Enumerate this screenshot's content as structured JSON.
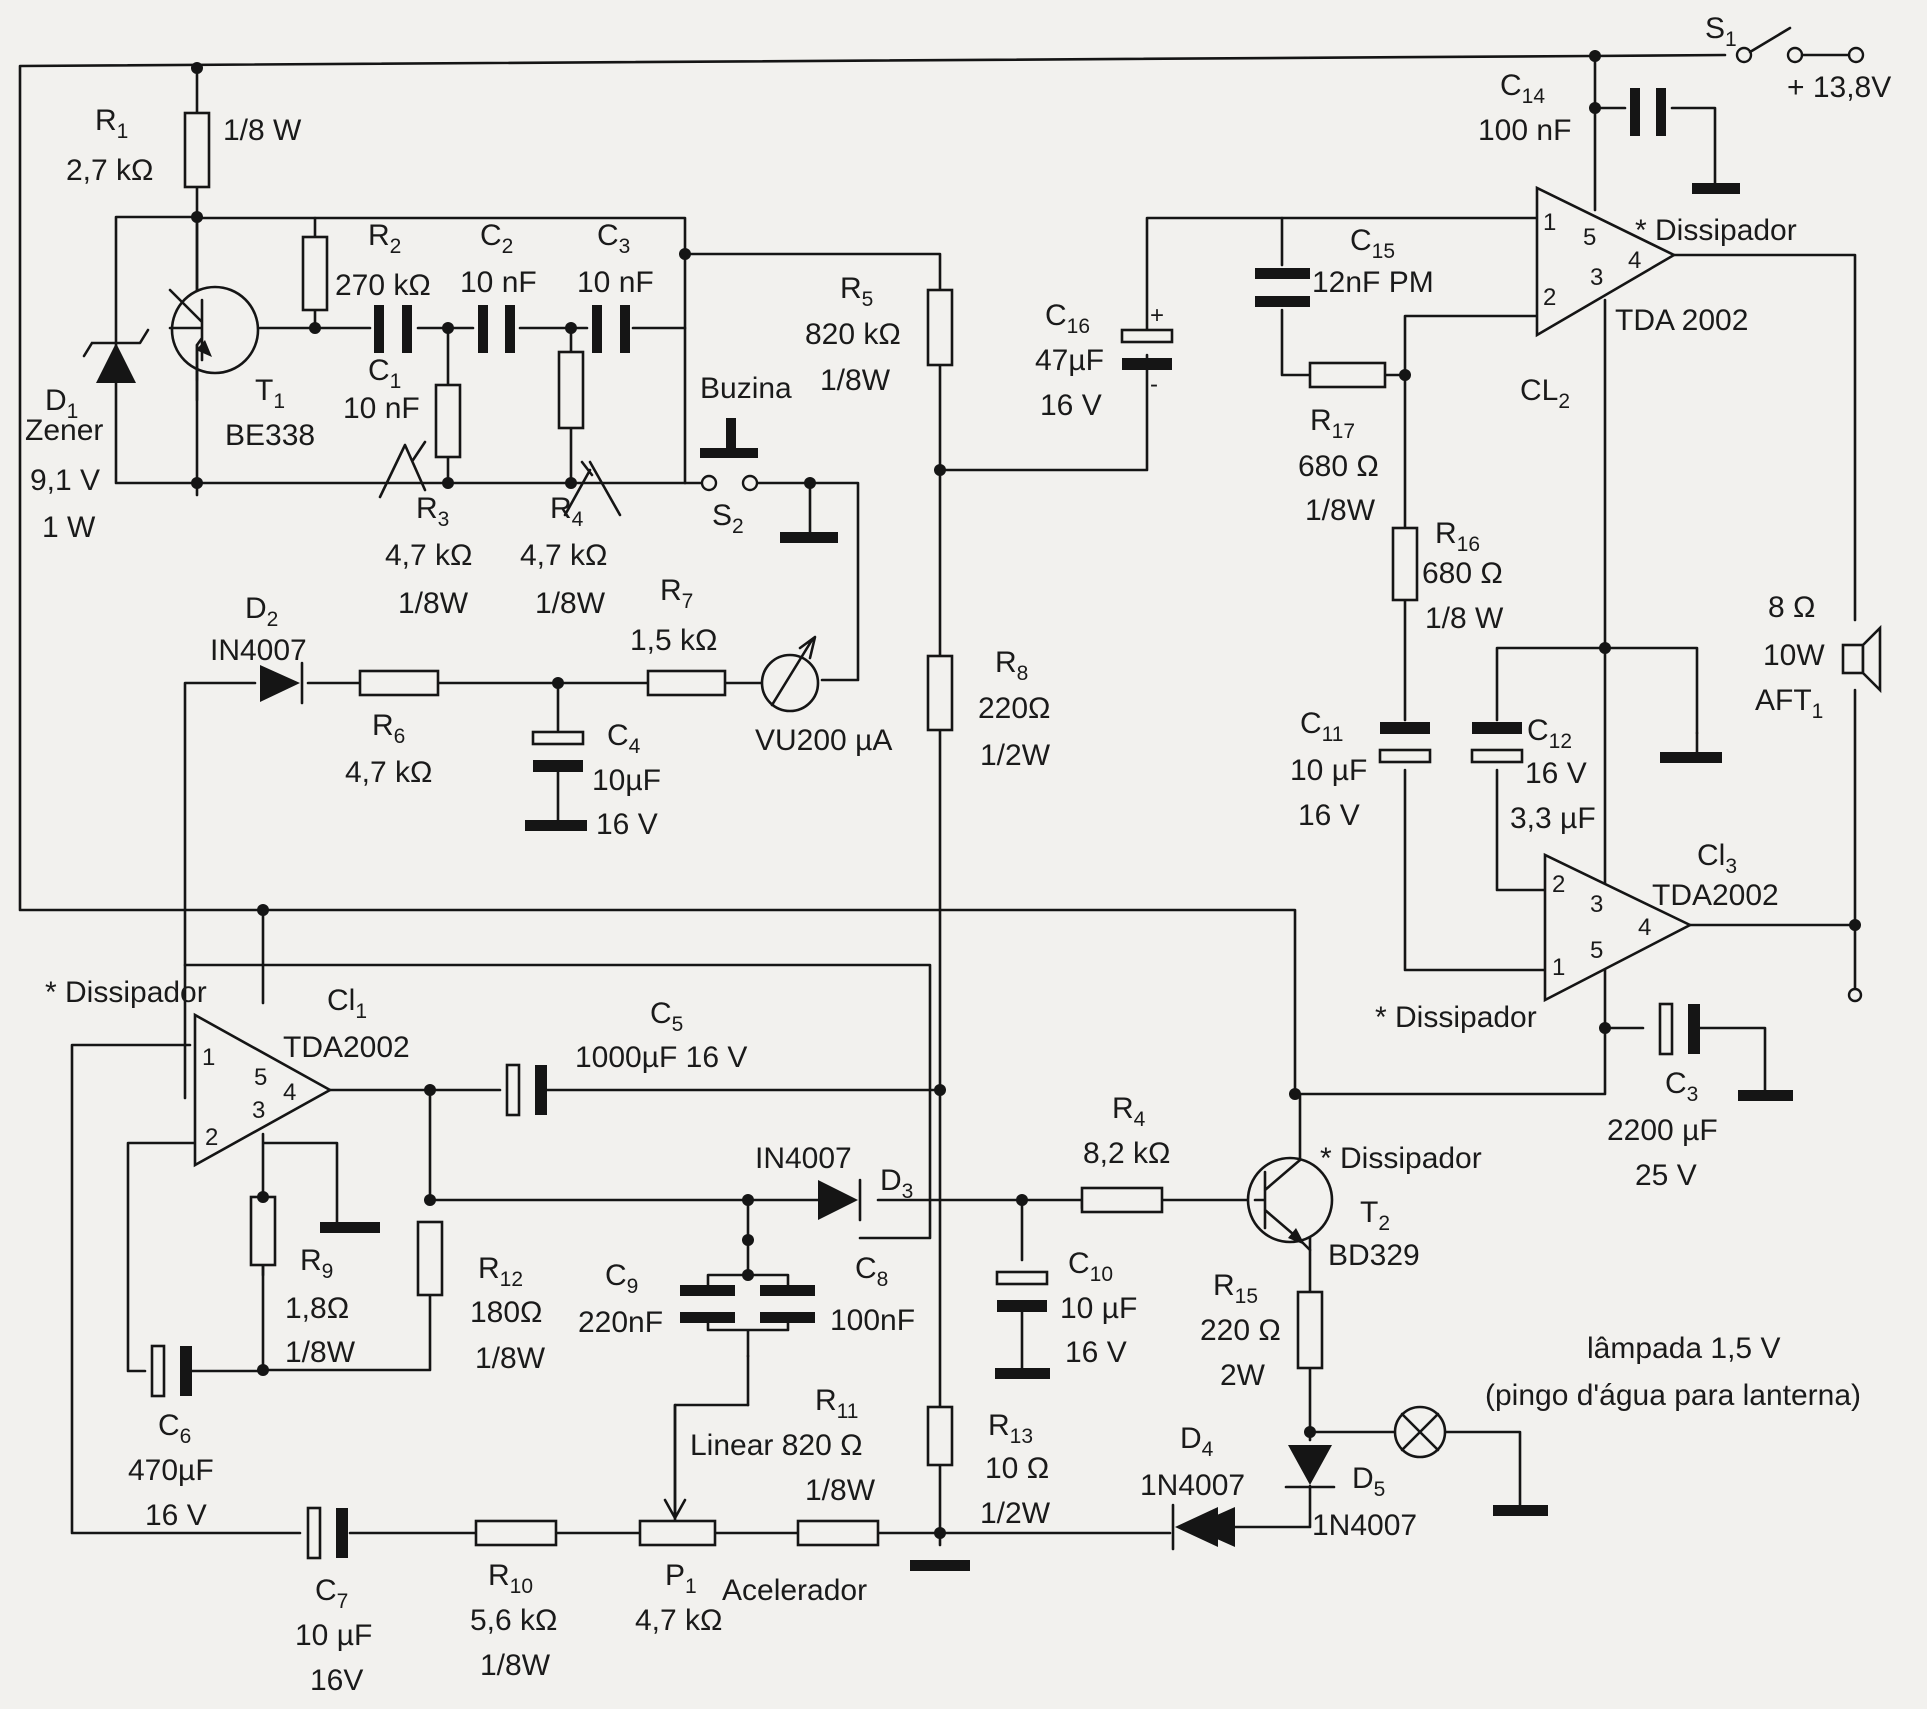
{
  "power": {
    "switch": "S",
    "switch_sub": "1",
    "supply": "+ 13,8V"
  },
  "c14": {
    "name": "C",
    "sub": "14",
    "value": "100 nF"
  },
  "r1": {
    "name": "R",
    "sub": "1",
    "value": "2,7 kΩ",
    "power": "1/8 W"
  },
  "d1": {
    "name": "D",
    "sub": "1",
    "type": "Zener",
    "voltage": "9,1 V",
    "power": "1 W"
  },
  "t1": {
    "name": "T",
    "sub": "1",
    "part": "BE338"
  },
  "r2": {
    "name": "R",
    "sub": "2",
    "value": "270 kΩ"
  },
  "c2": {
    "name": "C",
    "sub": "2",
    "value": "10 nF"
  },
  "c3a": {
    "name": "C",
    "sub": "3",
    "value": "10 nF"
  },
  "c1": {
    "name": "C",
    "sub": "1",
    "value": "10 nF"
  },
  "r3": {
    "name": "R",
    "sub": "3",
    "value": "4,7 kΩ",
    "power": "1/8W"
  },
  "r4a": {
    "name": "R",
    "sub": "4",
    "value": "4,7 kΩ",
    "power": "1/8W"
  },
  "horn": {
    "label": "Buzina",
    "switch": "S",
    "switch_sub": "2"
  },
  "r5": {
    "name": "R",
    "sub": "5",
    "value": "820 kΩ",
    "power": "1/8W"
  },
  "c16": {
    "name": "C",
    "sub": "16",
    "value": "47µF",
    "voltage": "16 V",
    "plus": "+",
    "minus": "-"
  },
  "c15": {
    "name": "C",
    "sub": "15",
    "value": "12nF PM"
  },
  "ci2": {
    "name": "CL",
    "sub": "2",
    "part": "TDA 2002",
    "heatsink": "* Dissipador",
    "pins": [
      "1",
      "2",
      "3",
      "4",
      "5"
    ]
  },
  "r17": {
    "name": "R",
    "sub": "17",
    "value": "680 Ω",
    "power": "1/8W"
  },
  "r16": {
    "name": "R",
    "sub": "16",
    "value": "680 Ω",
    "power": "1/8 W"
  },
  "speaker": {
    "impedance": "8 Ω",
    "power": "10W",
    "name": "AFT",
    "sub": "1"
  },
  "d2": {
    "name": "D",
    "sub": "2",
    "part": "IN4007"
  },
  "r6": {
    "name": "R",
    "sub": "6",
    "value": "4,7 kΩ"
  },
  "r7": {
    "name": "R",
    "sub": "7",
    "value": "1,5 kΩ"
  },
  "c4": {
    "name": "C",
    "sub": "4",
    "value": "10µF",
    "voltage": "16 V"
  },
  "vu": {
    "label": "VU200 µA"
  },
  "r8": {
    "name": "R",
    "sub": "8",
    "value": "220Ω",
    "power": "1/2W"
  },
  "c11": {
    "name": "C",
    "sub": "11",
    "value": "10 µF",
    "voltage": "16 V"
  },
  "c12": {
    "name": "C",
    "sub": "12",
    "voltage": "16 V",
    "value": "3,3 µF"
  },
  "ci3": {
    "name": "Cl",
    "sub": "3",
    "part": "TDA2002",
    "heatsink": "* Dissipador",
    "pins": [
      "1",
      "2",
      "3",
      "4",
      "5"
    ]
  },
  "ci1": {
    "name": "Cl",
    "sub": "1",
    "part": "TDA2002",
    "heatsink": "* Dissipador",
    "pins": [
      "1",
      "2",
      "3",
      "4",
      "5"
    ]
  },
  "c5": {
    "name": "C",
    "sub": "5",
    "value": "1000µF 16 V"
  },
  "c3b": {
    "name": "C",
    "sub": "3",
    "value": "2200 µF",
    "voltage": "25 V"
  },
  "d3": {
    "name": "D",
    "sub": "3",
    "part": "IN4007"
  },
  "r4b": {
    "name": "R",
    "sub": "4",
    "value": "8,2 kΩ"
  },
  "t2": {
    "name": "T",
    "sub": "2",
    "part": "BD329",
    "heatsink": "* Dissipador"
  },
  "r9": {
    "name": "R",
    "sub": "9",
    "value": "1,8Ω",
    "power": "1/8W"
  },
  "r12": {
    "name": "R",
    "sub": "12",
    "value": "180Ω",
    "power": "1/8W"
  },
  "c9": {
    "name": "C",
    "sub": "9",
    "value": "220nF"
  },
  "c8": {
    "name": "C",
    "sub": "8",
    "value": "100nF"
  },
  "c10": {
    "name": "C",
    "sub": "10",
    "value": "10 µF",
    "voltage": "16 V"
  },
  "r15": {
    "name": "R",
    "sub": "15",
    "value": "220 Ω",
    "power": "2W"
  },
  "lamp": {
    "line1": "lâmpada 1,5 V",
    "line2": "(pingo d'água para lanterna)"
  },
  "c6": {
    "name": "C",
    "sub": "6",
    "value": "470µF",
    "voltage": "16 V"
  },
  "r11": {
    "name": "R",
    "sub": "11",
    "value": "Linear 820 Ω",
    "power": "1/8W"
  },
  "r13": {
    "name": "R",
    "sub": "13",
    "value": "10 Ω",
    "power": "1/2W"
  },
  "d4": {
    "name": "D",
    "sub": "4",
    "part": "1N4007"
  },
  "d5": {
    "name": "D",
    "sub": "5",
    "part": "1N4007"
  },
  "c7": {
    "name": "C",
    "sub": "7",
    "value": "10 µF",
    "voltage": "16V"
  },
  "r10": {
    "name": "R",
    "sub": "10",
    "value": "5,6 kΩ",
    "power": "1/8W"
  },
  "p1": {
    "name": "P",
    "sub": "1",
    "value": "4,7 kΩ",
    "function": "Acelerador"
  }
}
